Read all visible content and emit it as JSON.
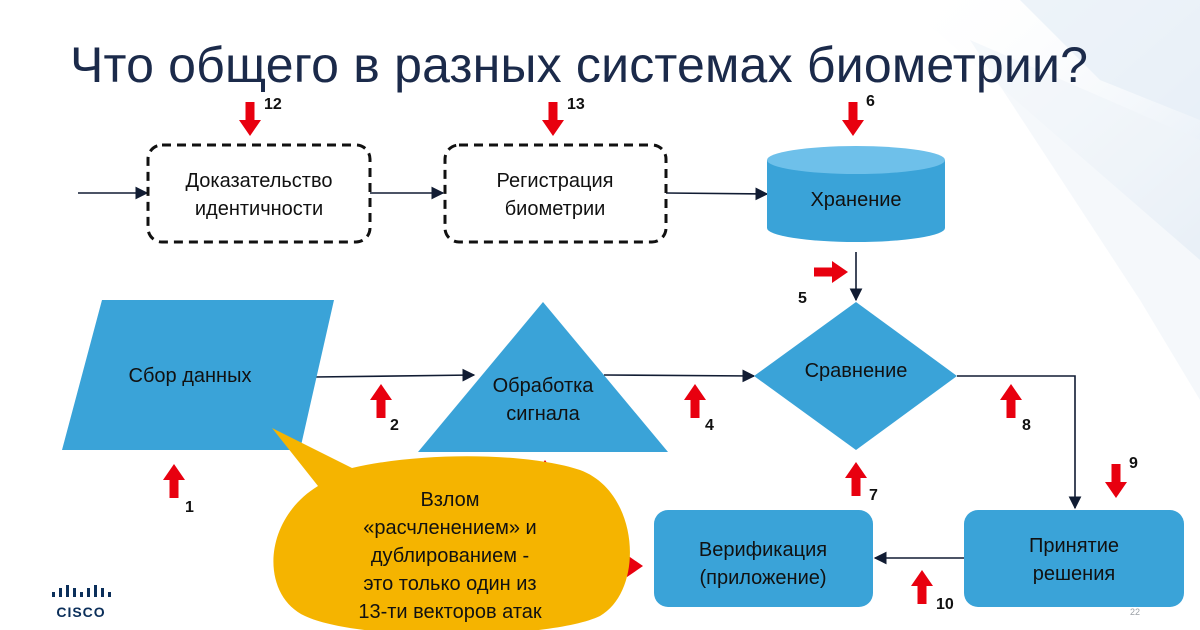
{
  "title": "Что общего в разных системах биометрии?",
  "nodes": {
    "proof": {
      "line1": "Доказательство",
      "line2": "идентичности"
    },
    "registration": {
      "line1": "Регистрация",
      "line2": "биометрии"
    },
    "storage": {
      "label": "Хранение"
    },
    "collection": {
      "label": "Сбор данных"
    },
    "processing": {
      "line1": "Обработка",
      "line2": "сигнала"
    },
    "comparison": {
      "label": "Сравнение"
    },
    "decision": {
      "line1": "Принятие",
      "line2": "решения"
    },
    "verification": {
      "line1": "Верификация",
      "line2": "(приложение)"
    }
  },
  "callout": {
    "lines": [
      "Взлом",
      "«расчленением» и",
      "дублированием -",
      "это только один из",
      "13-ти векторов атак"
    ]
  },
  "attack_vectors": [
    "1",
    "2",
    "4",
    "5",
    "6",
    "7",
    "8",
    "9",
    "10",
    "12",
    "13"
  ],
  "logo": {
    "word": "CISCO"
  },
  "page_number": "22",
  "colors": {
    "shape_fill": "#3aa3d8",
    "arrow_red": "#e8000f",
    "callout_fill": "#f5b400",
    "title": "#1b2a4a"
  }
}
